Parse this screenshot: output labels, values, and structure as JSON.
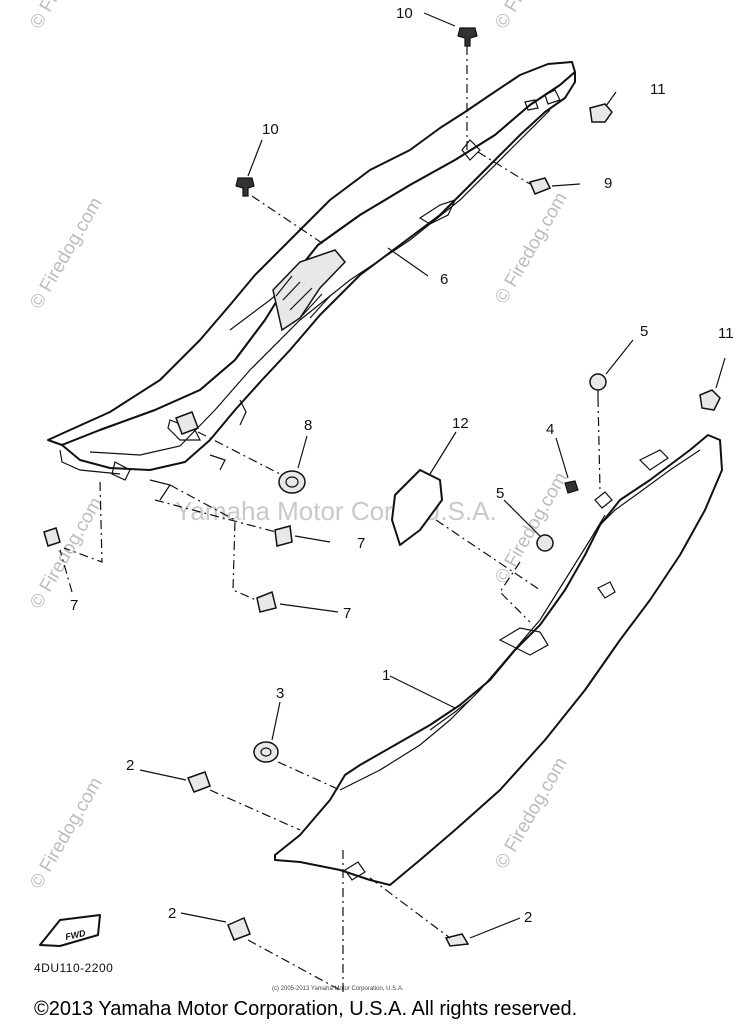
{
  "diagram": {
    "part_code": "4DU110-2200",
    "small_copyright": "(c) 2005-2013 Yamaha Motor Corporation, U.S.A.",
    "watermark_center": "Yamaha Motor Corp, U.S.A.",
    "watermark_site": "© Firedog.com",
    "fwd_label": "FWD",
    "callouts": {
      "c1": "1",
      "c2a": "2",
      "c2b": "2",
      "c2c": "2",
      "c3": "3",
      "c4": "4",
      "c5a": "5",
      "c5b": "5",
      "c6": "6",
      "c7a": "7",
      "c7b": "7",
      "c7c": "7",
      "c8": "8",
      "c9": "9",
      "c10a": "10",
      "c10b": "10",
      "c11a": "11",
      "c11b": "11",
      "c12": "12"
    }
  },
  "footer": {
    "copyright": "©2013 Yamaha Motor Corporation, U.S.A. All rights reserved."
  }
}
